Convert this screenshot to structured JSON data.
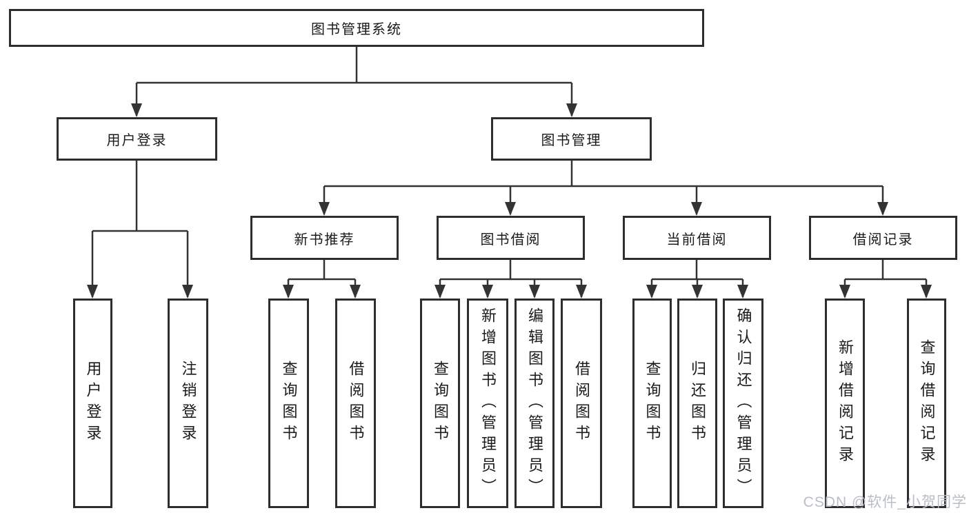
{
  "diagram": {
    "root": "图书管理系统",
    "branches": [
      {
        "label": "用户登录",
        "leaves": [
          "用户登录",
          "注销登录"
        ]
      },
      {
        "label": "图书管理",
        "groups": [
          {
            "label": "新书推荐",
            "leaves": [
              "查询图书",
              "借阅图书"
            ]
          },
          {
            "label": "图书借阅",
            "leaves": [
              "查询图书",
              "新增图书（管理员）",
              "编辑图书（管理员）",
              "借阅图书"
            ]
          },
          {
            "label": "当前借阅",
            "leaves": [
              "查询图书",
              "归还图书",
              "确认归还（管理员）"
            ]
          },
          {
            "label": "借阅记录",
            "leaves": [
              "新增借阅记录",
              "查询借阅记录"
            ]
          }
        ]
      }
    ]
  },
  "watermark": "CSDN @软件_小贺同学",
  "colors": {
    "line": "#333333",
    "box_border": "#2d2d2d",
    "text": "#1a1a1a",
    "watermark": "#b9bdc4",
    "background": "#ffffff"
  }
}
